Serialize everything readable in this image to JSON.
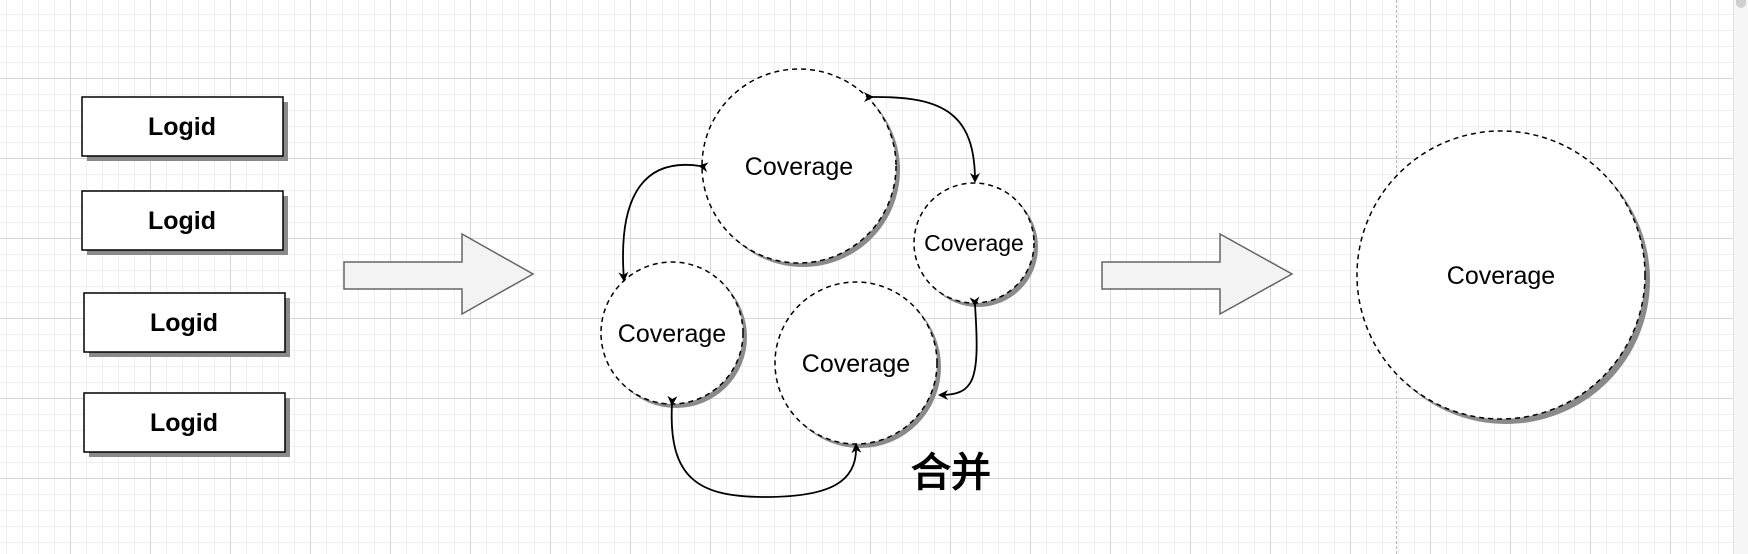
{
  "logid_boxes": [
    {
      "label": "Logid"
    },
    {
      "label": "Logid"
    },
    {
      "label": "Logid"
    },
    {
      "label": "Logid"
    }
  ],
  "coverage_circles": [
    {
      "label": "Coverage"
    },
    {
      "label": "Coverage"
    },
    {
      "label": "Coverage"
    },
    {
      "label": "Coverage"
    }
  ],
  "merged_circle": {
    "label": "Coverage"
  },
  "merge_label": "合并",
  "colors": {
    "shape_fill": "#ffffff",
    "shape_stroke": "#000000",
    "shadow": "#8a8a8a",
    "arrow_fill": "#f3f3f3",
    "arrow_stroke": "#666666",
    "grid_major": "#d7d7d7",
    "grid_minor": "#efefef"
  }
}
